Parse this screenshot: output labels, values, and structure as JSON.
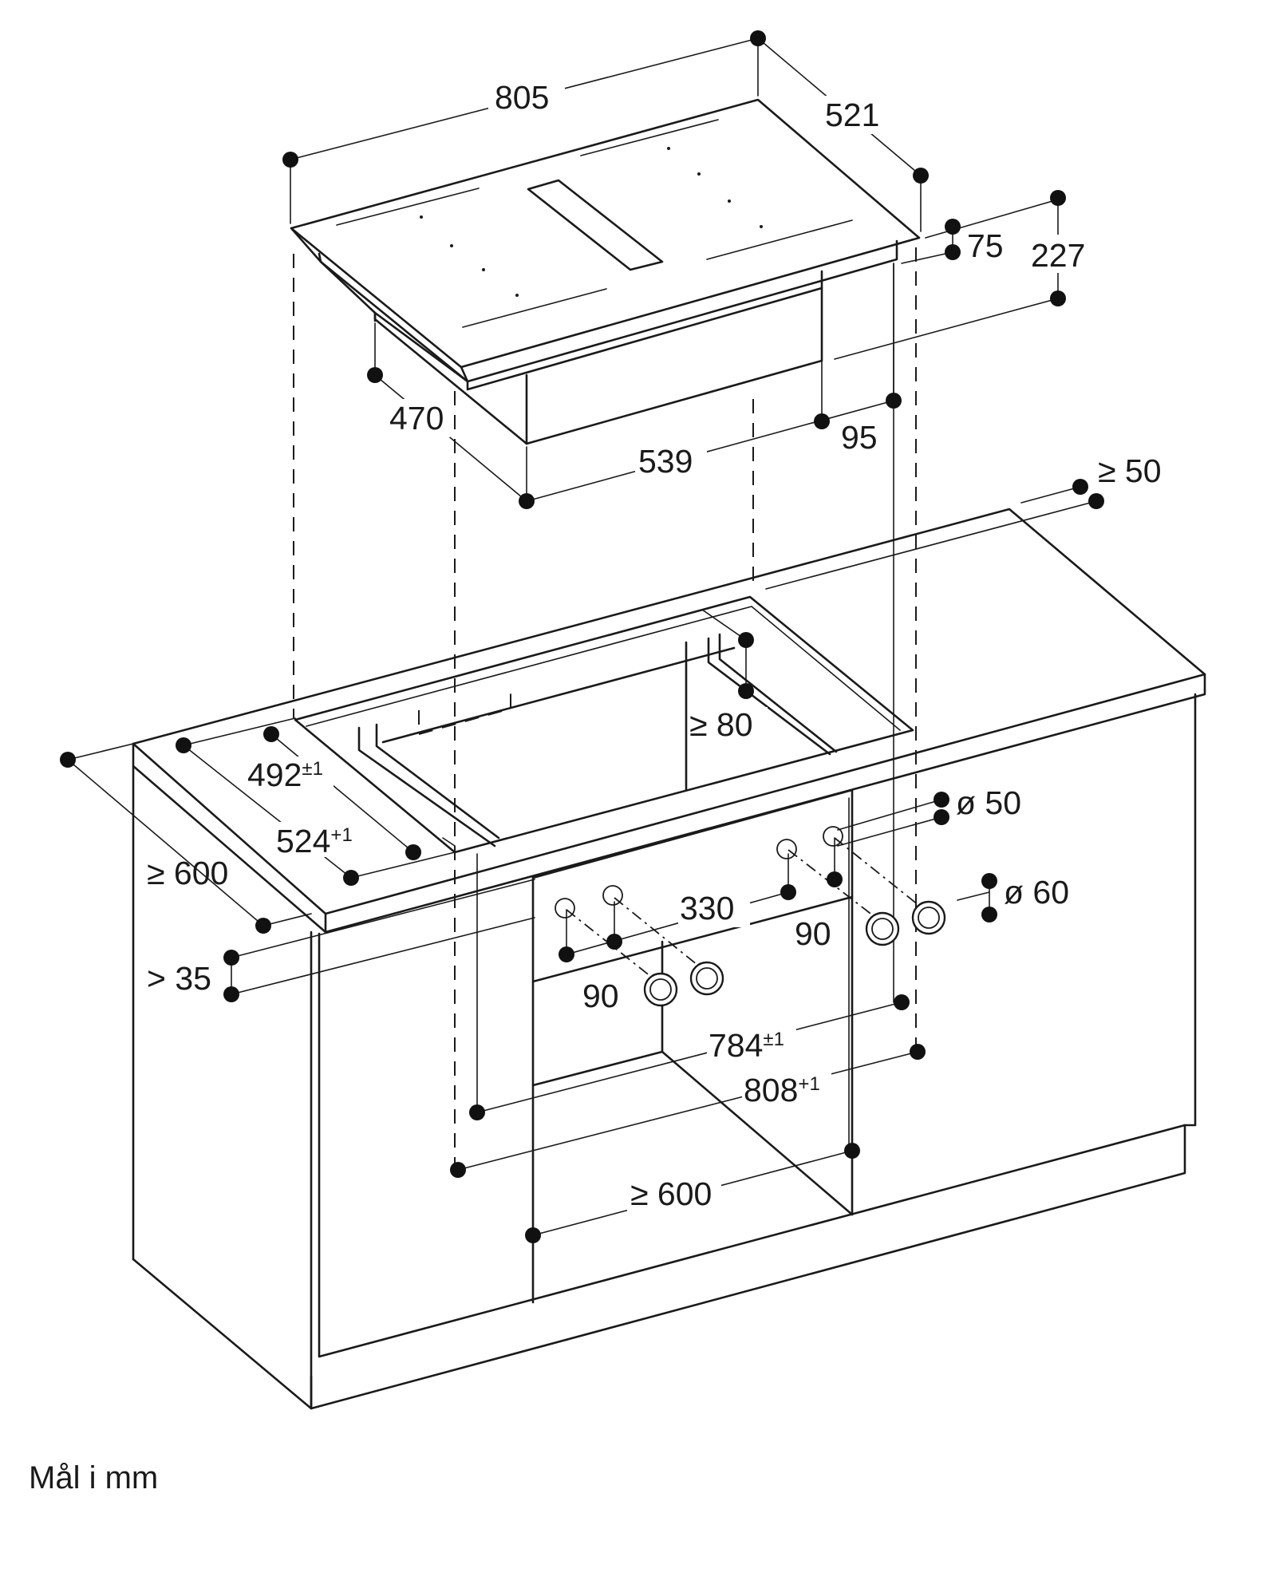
{
  "dimensions": {
    "hob_width": "805",
    "hob_depth": "521",
    "hob_thickness": "75",
    "total_height": "227",
    "box_depth": "470",
    "box_width": "539",
    "box_offset": "95",
    "clearance_side": "≥ 50",
    "clearance_under": "≥ 80",
    "cutout_depth": {
      "value": "492",
      "tolerance": "±1"
    },
    "cutout_depth_outer": {
      "value": "524",
      "tolerance": "+1"
    },
    "worktop_depth": "≥ 600",
    "worktop_thickness": "> 35",
    "hole_diameter_small": "ø 50",
    "hole_diameter_large": "ø 60",
    "knob_spacing": "330",
    "knob_pitch_left": "90",
    "knob_pitch_right": "90",
    "cutout_width": {
      "value": "784",
      "tolerance": "±1"
    },
    "cutout_width_outer": {
      "value": "808",
      "tolerance": "+1"
    },
    "cabinet_width": "≥ 600"
  },
  "caption": "Mål i mm"
}
